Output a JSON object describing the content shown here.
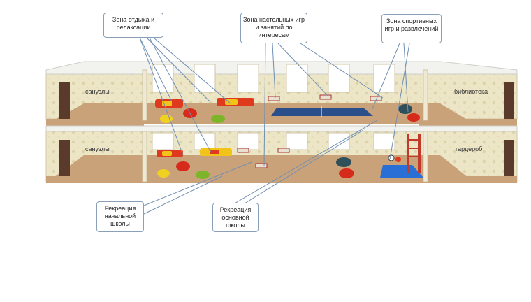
{
  "callouts": {
    "rest_zone": "Зона отдыха и релаксации",
    "board_games_zone": "Зона настольных игр и  занятий по интересам",
    "sports_zone": "Зона спортивных игр и развлечений",
    "primary_recreation": "Рекреация начальной школы",
    "main_recreation": "Рекреация основной школы"
  },
  "rooms": {
    "upper_left": "санузлы",
    "upper_right": "библиотека",
    "lower_left": "санузлы",
    "lower_right": "гардероб"
  },
  "colors": {
    "wall": "#ece5c6",
    "floor": "#c9a27a",
    "callout_border": "#8aa0b8",
    "leader_line": "#6f8fb5",
    "sofa_red": "#e03a1e",
    "sofa_yellow": "#f2c318",
    "beanbag_red": "#d62a1a",
    "beanbag_yellow": "#f0d020",
    "beanbag_green": "#7db52a",
    "beanbag_dark": "#2f4f5a",
    "mat_blue": "#2a6fd6",
    "table_tennis": "#2b4f8a"
  }
}
